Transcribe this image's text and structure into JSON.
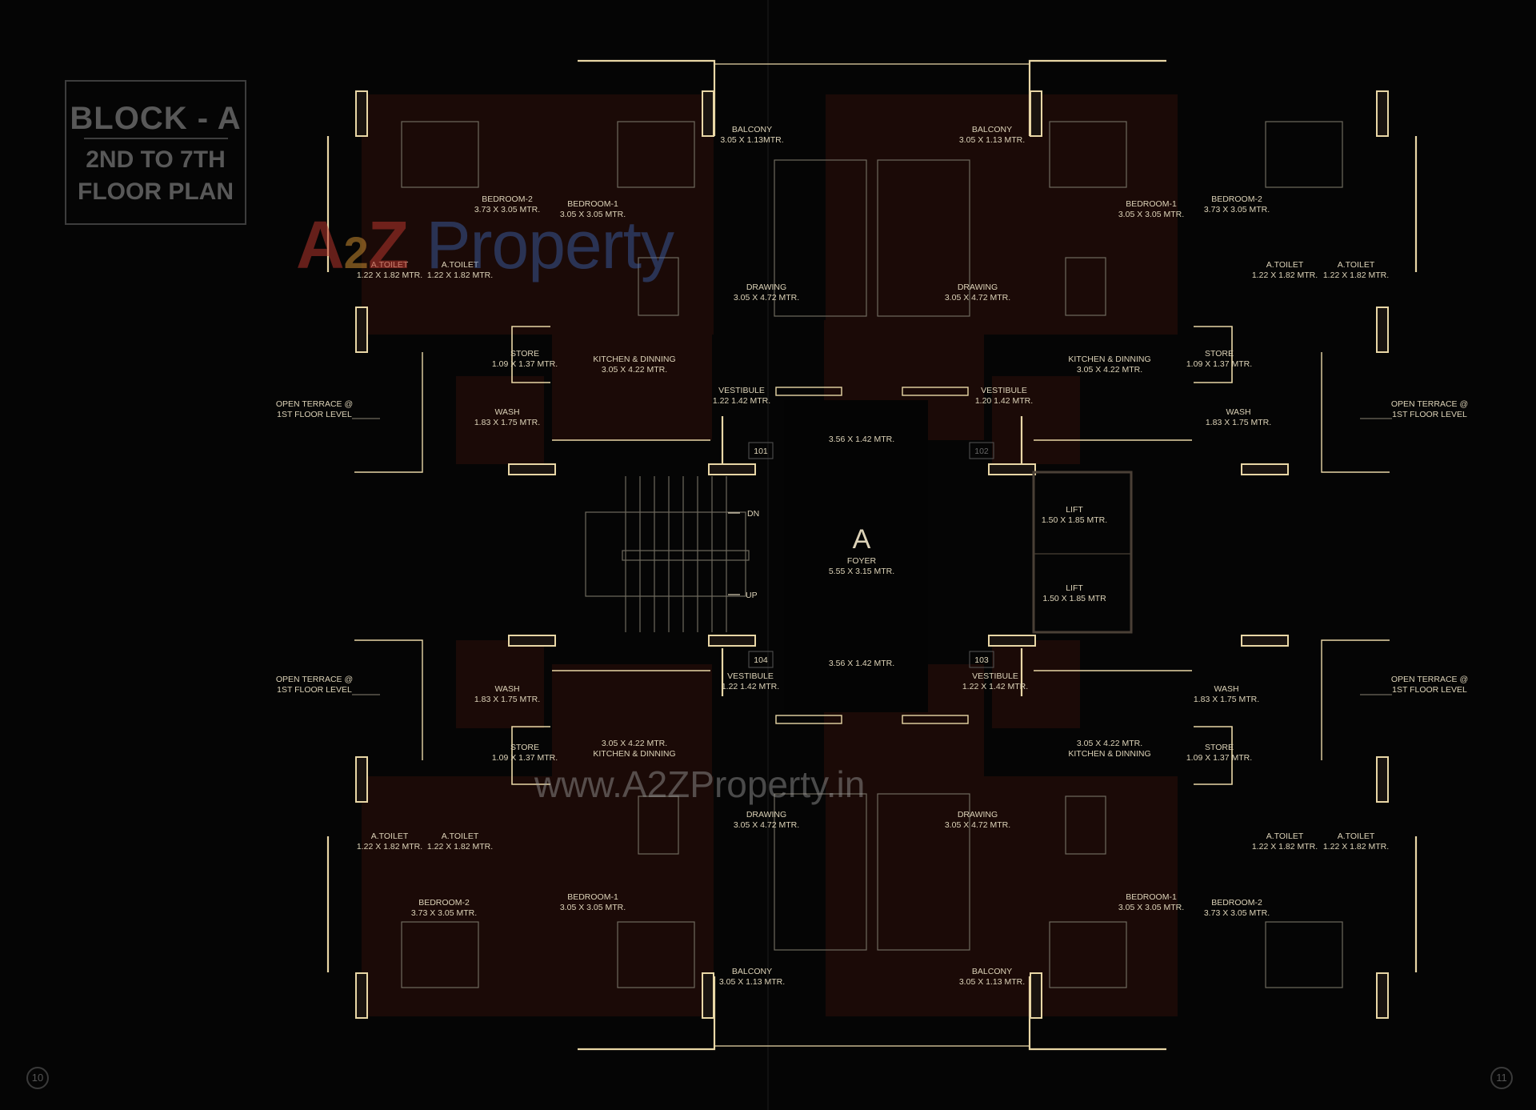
{
  "title": {
    "line1": "BLOCK - A",
    "line2": "2ND TO 7TH",
    "line3": "FLOOR PLAN"
  },
  "watermark": {
    "logo_a": "A",
    "logo_2": "2",
    "logo_z": "Z",
    "logo_property": "Property",
    "url": "www.A2ZProperty.in"
  },
  "colors": {
    "background": "#050505",
    "room_fill": "#1b0a07",
    "wall_gold": "#e9d7a6",
    "label": "#ddd3b8",
    "logo_red": "#b5342c",
    "logo_blue": "#3d67b3",
    "logo_green": "#4f9a3f",
    "logo_orange": "#c98a2f"
  },
  "core": {
    "block_letter": "A",
    "foyer": {
      "name": "FOYER",
      "size": "5.55 X 3.15 MTR."
    },
    "lobby_top": "3.56 X 1.42 MTR.",
    "lobby_bottom": "3.56 X 1.42 MTR.",
    "lift1": {
      "name": "LIFT",
      "size": "1.50 X 1.85 MTR."
    },
    "lift2": {
      "name": "LIFT",
      "size": "1.50 X 1.85 MTR"
    },
    "stair_dn": "DN",
    "stair_up": "UP"
  },
  "units": {
    "top_left": {
      "number": "101",
      "balcony": {
        "name": "BALCONY",
        "size": "3.05 X 1.13MTR."
      },
      "bedroom2": {
        "name": "BEDROOM-2",
        "size": "3.73 X 3.05 MTR."
      },
      "bedroom1": {
        "name": "BEDROOM-1",
        "size": "3.05 X 3.05 MTR."
      },
      "toilet_a": {
        "name": "A.TOILET",
        "size": "1.22 X 1.82 MTR."
      },
      "toilet_b": {
        "name": "A.TOILET",
        "size": "1.22 X 1.82 MTR."
      },
      "drawing": {
        "name": "DRAWING",
        "size": "3.05 X 4.72 MTR."
      },
      "kitchen": {
        "name": "KITCHEN & DINNING",
        "size": "3.05 X 4.22 MTR."
      },
      "store": {
        "name": "STORE",
        "size": "1.09 X 1.37 MTR."
      },
      "wash": {
        "name": "WASH",
        "size": "1.83 X 1.75 MTR."
      },
      "vestibule": {
        "name": "VESTIBULE",
        "size": "1.22 1.42 MTR."
      },
      "terrace": {
        "line1": "OPEN TERRACE @",
        "line2": "1ST FLOOR LEVEL"
      }
    },
    "top_right": {
      "number": "102",
      "balcony": {
        "name": "BALCONY",
        "size": "3.05 X 1.13 MTR."
      },
      "bedroom2": {
        "name": "BEDROOM-2",
        "size": "3.73 X 3.05 MTR."
      },
      "bedroom1": {
        "name": "BEDROOM-1",
        "size": "3.05 X 3.05 MTR."
      },
      "toilet_a": {
        "name": "A.TOILET",
        "size": "1.22 X 1.82 MTR."
      },
      "toilet_b": {
        "name": "A.TOILET",
        "size": "1.22 X 1.82 MTR."
      },
      "drawing": {
        "name": "DRAWING",
        "size": "3.05 X 4.72 MTR."
      },
      "kitchen": {
        "name": "KITCHEN & DINNING",
        "size": "3.05 X 4.22 MTR."
      },
      "store": {
        "name": "STORE",
        "size": "1.09 X 1.37 MTR."
      },
      "wash": {
        "name": "WASH",
        "size": "1.83 X 1.75 MTR."
      },
      "vestibule": {
        "name": "VESTIBULE",
        "size": "1.20 1.42 MTR."
      },
      "terrace": {
        "line1": "OPEN TERRACE @",
        "line2": "1ST FLOOR LEVEL"
      }
    },
    "bottom_left": {
      "number": "104",
      "balcony": {
        "name": "BALCONY",
        "size": "3.05 X 1.13 MTR."
      },
      "bedroom2": {
        "name": "BEDROOM-2",
        "size": "3.73 X 3.05 MTR."
      },
      "bedroom1": {
        "name": "BEDROOM-1",
        "size": "3.05 X 3.05 MTR."
      },
      "toilet_a": {
        "name": "A.TOILET",
        "size": "1.22 X 1.82 MTR."
      },
      "toilet_b": {
        "name": "A.TOILET",
        "size": "1.22 X 1.82 MTR."
      },
      "drawing": {
        "name": "DRAWING",
        "size": "3.05 X 4.72 MTR."
      },
      "kitchen": {
        "name": "KITCHEN & DINNING",
        "size": "3.05 X 4.22 MTR."
      },
      "store": {
        "name": "STORE",
        "size": "1.09 X 1.37 MTR."
      },
      "wash": {
        "name": "WASH",
        "size": "1.83 X 1.75 MTR."
      },
      "vestibule": {
        "name": "VESTIBULE",
        "size": "1.22 1.42 MTR."
      },
      "terrace": {
        "line1": "OPEN TERRACE @",
        "line2": "1ST FLOOR LEVEL"
      }
    },
    "bottom_right": {
      "number": "103",
      "balcony": {
        "name": "BALCONY",
        "size": "3.05 X 1.13 MTR."
      },
      "bedroom2": {
        "name": "BEDROOM-2",
        "size": "3.73 X 3.05 MTR."
      },
      "bedroom1": {
        "name": "BEDROOM-1",
        "size": "3.05 X 3.05 MTR."
      },
      "toilet_a": {
        "name": "A.TOILET",
        "size": "1.22 X 1.82 MTR."
      },
      "toilet_b": {
        "name": "A.TOILET",
        "size": "1.22 X 1.82 MTR."
      },
      "drawing": {
        "name": "DRAWING",
        "size": "3.05 X 4.72 MTR."
      },
      "kitchen": {
        "name": "KITCHEN & DINNING",
        "size": "3.05 X 4.22 MTR."
      },
      "store": {
        "name": "STORE",
        "size": "1.09 X 1.37 MTR."
      },
      "wash": {
        "name": "WASH",
        "size": "1.83 X 1.75 MTR."
      },
      "vestibule": {
        "name": "VESTIBULE",
        "size": "1.22 X 1.42 MTR."
      },
      "terrace": {
        "line1": "OPEN TERRACE @",
        "line2": "1ST FLOOR LEVEL"
      }
    }
  },
  "pages": {
    "left": "10",
    "right": "11"
  }
}
